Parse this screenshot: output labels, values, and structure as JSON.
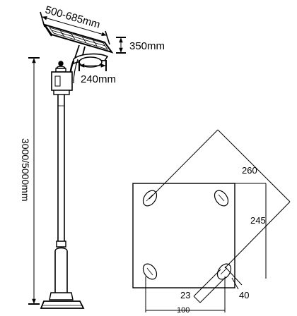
{
  "diagram": {
    "panel_width_label": "500-685mm",
    "panel_height_label": "350mm",
    "arm_length_label": "240mm",
    "pole_height_label": "3000/5000mm",
    "base_plate": {
      "diagonal_label": "260",
      "side_label": "245",
      "slot_width_label": "23",
      "slot_length_label": "40",
      "hole_spacing_label": "100"
    },
    "colors": {
      "line": "#000000",
      "background": "#ffffff"
    }
  }
}
